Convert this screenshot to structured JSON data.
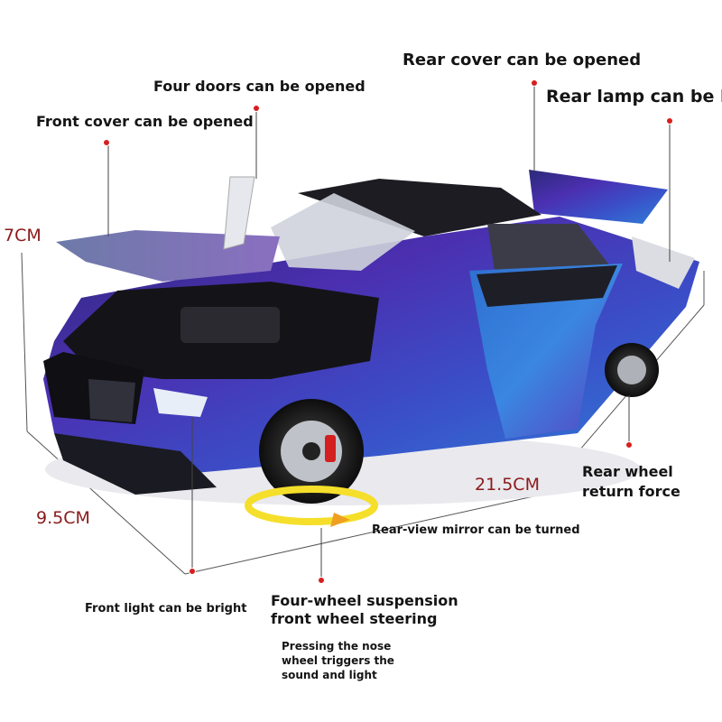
{
  "labels": {
    "rear_cover": "Rear cover can be opened",
    "four_doors": "Four doors can be opened",
    "rear_lamp": "Rear lamp can be lit",
    "front_cover": "Front cover can be opened",
    "rear_wheel": "Rear wheel return force",
    "mirror": "Rear-view mirror can be turned",
    "front_light": "Front light can be bright",
    "suspension": "Four-wheel suspension front wheel steering",
    "nose_wheel": "Pressing the nose wheel triggers the sound and light"
  },
  "dimensions": {
    "height": "7CM",
    "length": "21.5CM",
    "width": "9.5CM"
  },
  "colors": {
    "car_body": "#4b2fb0",
    "car_body_highlight": "#2f7fd8",
    "marker_dot": "#d81e1e",
    "dimension_text": "#8b1a1a",
    "arrow_yellow": "#f5df2a",
    "arrow_orange": "#f0a020"
  }
}
